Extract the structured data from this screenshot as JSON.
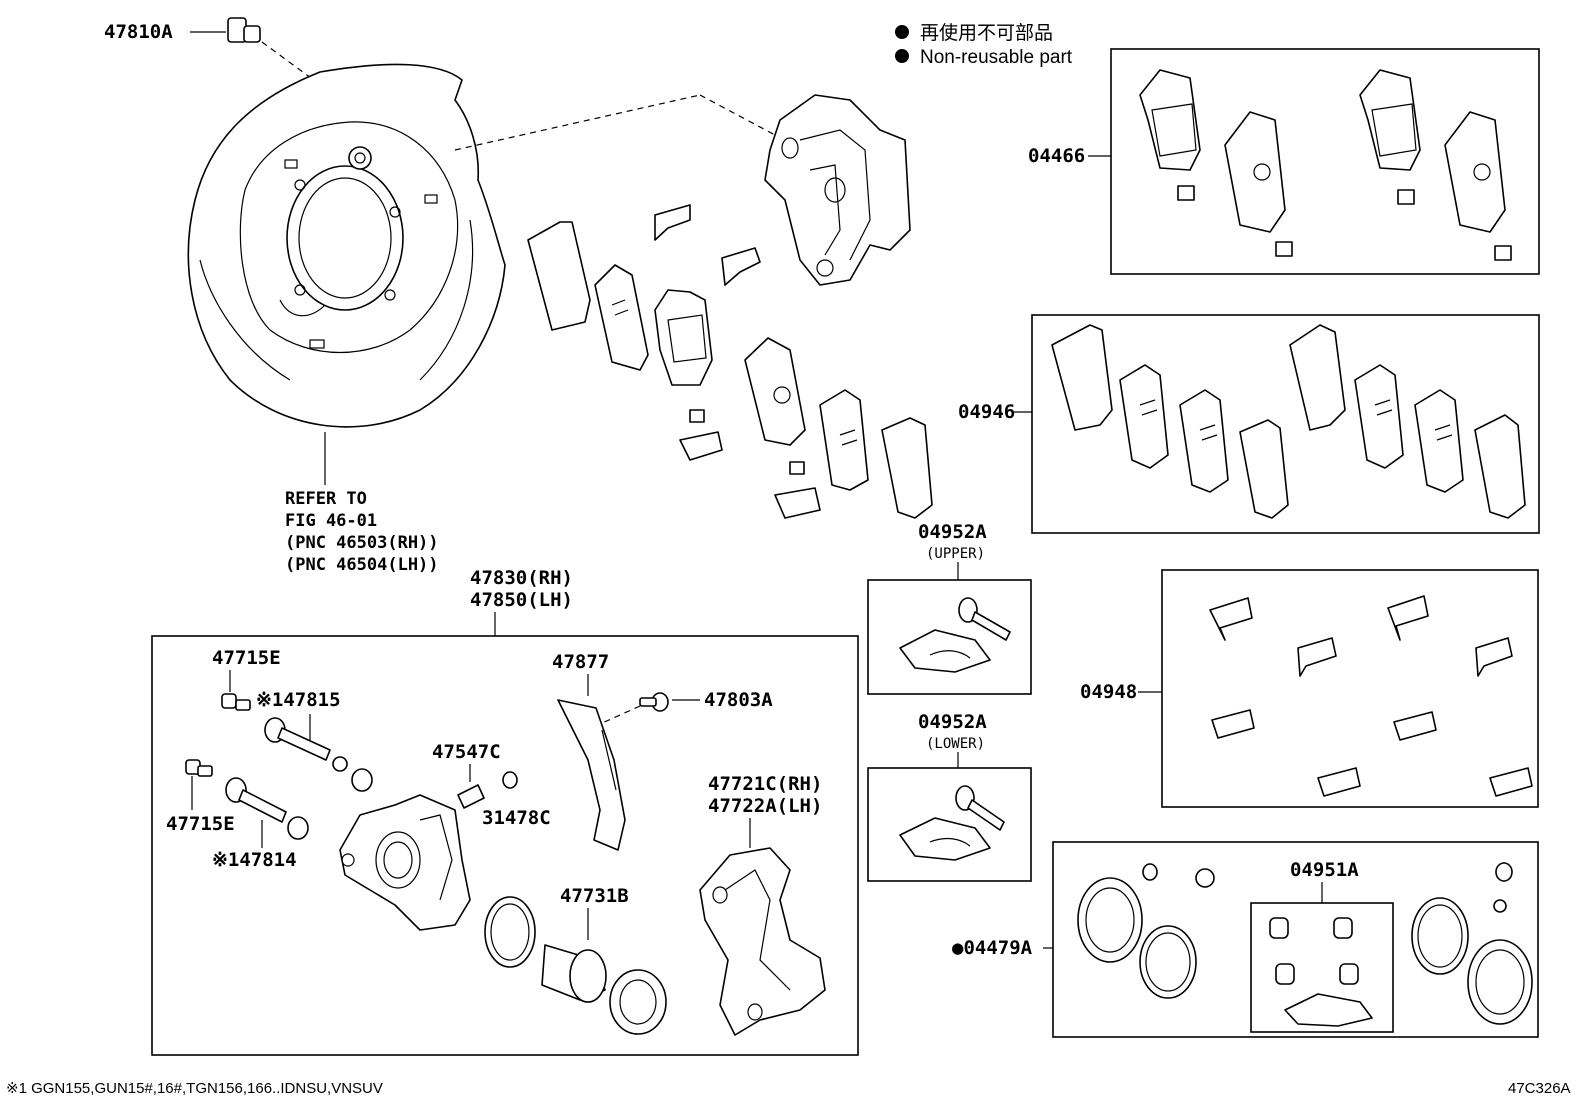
{
  "legend": {
    "non_reusable_jp": "再使用不可部品",
    "non_reusable_en": "Non-reusable part",
    "dot_symbol": "●"
  },
  "labels": {
    "p47810A": "47810A",
    "refer_line1": "REFER TO",
    "refer_line2": "FIG 46-01",
    "refer_line3": "(PNC 46503(RH))",
    "refer_line4": "(PNC 46504(LH))",
    "p47830": "47830(RH)",
    "p47850": "47850(LH)",
    "p47715E_top": "47715E",
    "p47815": "※147815",
    "p47715E_bottom": "47715E",
    "p47814": "※147814",
    "p47877": "47877",
    "p47803A": "47803A",
    "p47547C": "47547C",
    "p31478C": "31478C",
    "p47721C": "47721C(RH)",
    "p47722A": "47722A(LH)",
    "p47731B": "47731B",
    "p04466": "04466",
    "p04946": "04946",
    "p04948": "04948",
    "p04952A_upper": "04952A",
    "upper": "(UPPER)",
    "p04952A_lower": "04952A",
    "lower": "(LOWER)",
    "p04951A": "04951A",
    "p04479A": "●04479A"
  },
  "footnote": "※1 GGN155,GUN15#,16#,TGN156,166..IDNSU,VNSUV",
  "figure_code": "47C326A"
}
